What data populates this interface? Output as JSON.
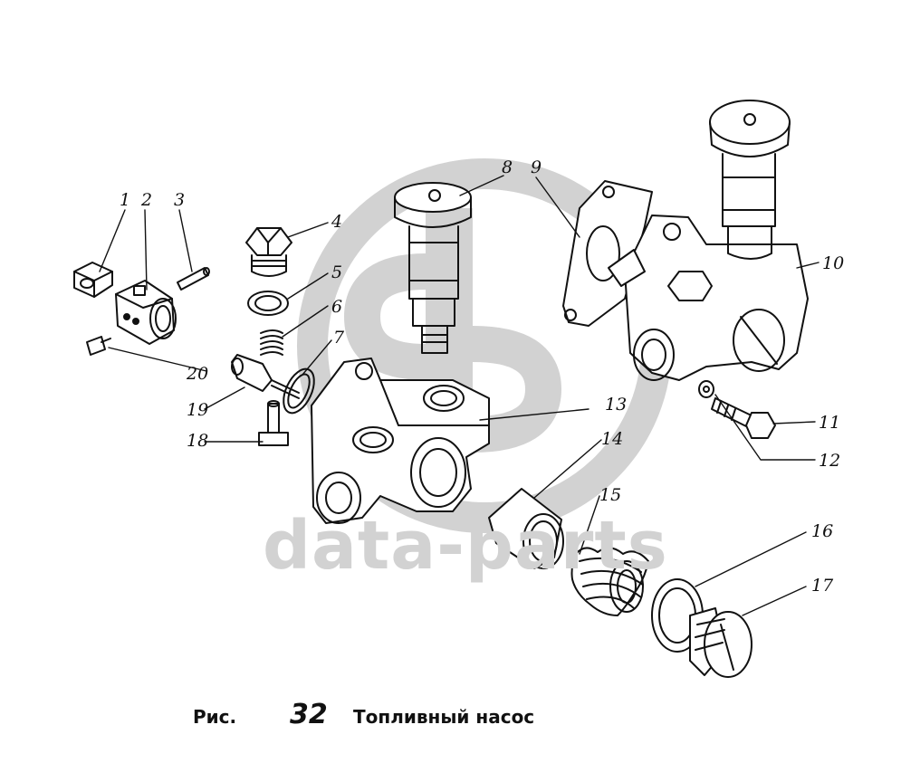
{
  "figure": {
    "caption_prefix": "Рис.",
    "caption_number": "32",
    "caption_title": "Топливный насос"
  },
  "watermark": {
    "text": "data-parts",
    "color": "#d2d2d2"
  },
  "callouts": [
    "1",
    "2",
    "3",
    "4",
    "5",
    "6",
    "7",
    "8",
    "9",
    "10",
    "11",
    "12",
    "13",
    "14",
    "15",
    "16",
    "17",
    "18",
    "19",
    "20"
  ]
}
